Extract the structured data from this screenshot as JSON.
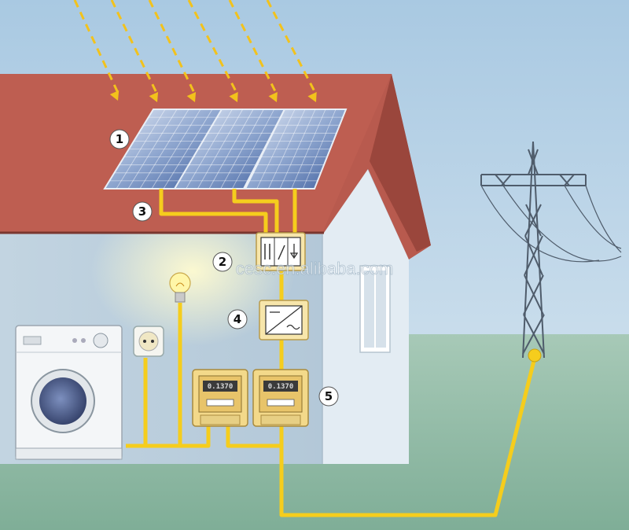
{
  "labels": {
    "panels": "1",
    "junction_box": "2",
    "dc_cabling": "3",
    "inverter": "4",
    "meters": "5"
  },
  "meters": {
    "left_reading": "0.1370",
    "right_reading": "0.1370"
  },
  "watermark": "cesc.en.alibaba.com",
  "colors": {
    "sky": "#b3d1e6",
    "roof": "#b5554a",
    "wall": "#c7d7e3",
    "ground": "#8fb8a3",
    "wire": "#f5cf1f",
    "box": "#f7e4a8"
  }
}
